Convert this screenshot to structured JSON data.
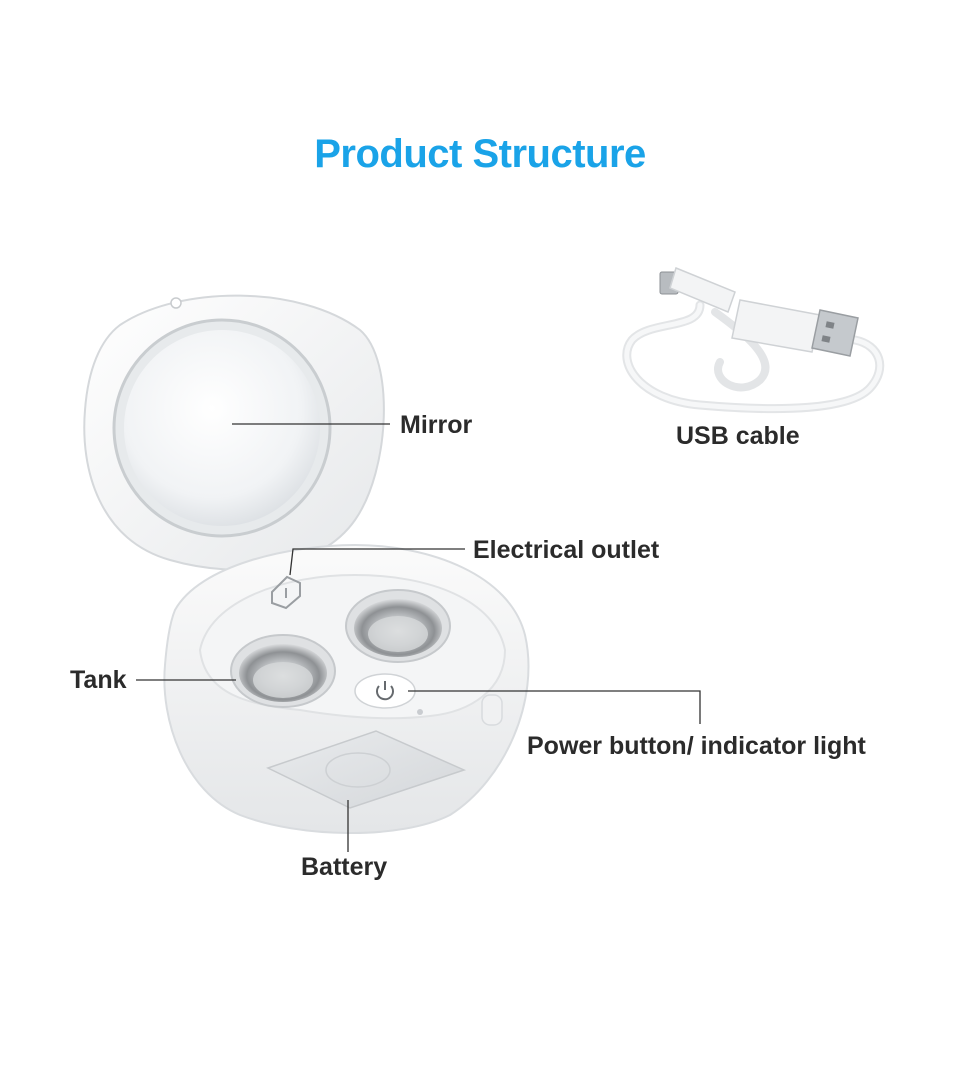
{
  "title": "Product Structure",
  "labels": {
    "mirror": "Mirror",
    "usb_cable": "USB cable",
    "electrical_outlet": "Electrical outlet",
    "tank": "Tank",
    "power_button": "Power button/ indicator light",
    "battery": "Battery"
  },
  "colors": {
    "title": "#1aa3e8",
    "label": "#2b2b2b",
    "leader_line": "#333333"
  }
}
